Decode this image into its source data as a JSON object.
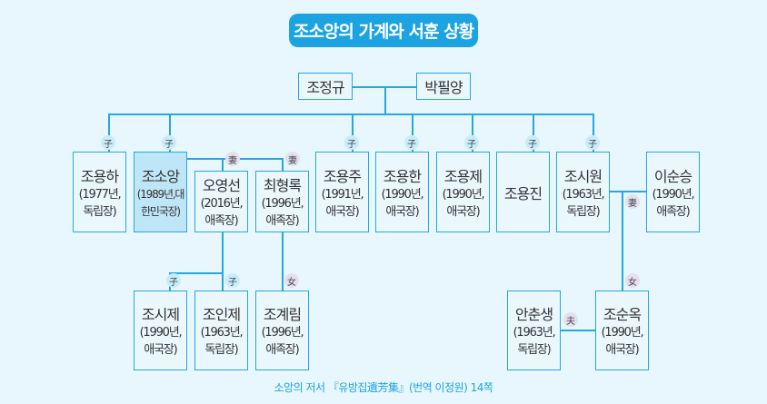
{
  "title": "조소앙의 가계와 서훈 상황",
  "source": "소앙의 저서 『유방집遺芳集』(번역 이정원) 14쪽",
  "relations": {
    "son": "子",
    "wife": "妻",
    "daughter": "女",
    "husband": "夫"
  },
  "parents": {
    "father": "조정규",
    "mother": "박필양"
  },
  "people": {
    "joyongha": {
      "name": "조용하",
      "info": "(1977년,\n독립장)"
    },
    "josoang": {
      "name": "조소앙",
      "info": "(1989년,대\n한민국장)"
    },
    "oyeongseon": {
      "name": "오영선",
      "info": "(2016년,\n애족장)"
    },
    "choehyeongrok": {
      "name": "최형록",
      "info": "(1996년,\n애족장)"
    },
    "joyongju": {
      "name": "조용주",
      "info": "(1991년,\n애국장)"
    },
    "joyonghan": {
      "name": "조용한",
      "info": "(1990년,\n애국장)"
    },
    "joyongje": {
      "name": "조용제",
      "info": "(1990년,\n애국장)"
    },
    "joyongjin": {
      "name": "조용진",
      "info": ""
    },
    "josiwon": {
      "name": "조시원",
      "info": "(1963년,\n독립장)"
    },
    "isunseung": {
      "name": "이순승",
      "info": "(1990년,\n애족장)"
    },
    "josije": {
      "name": "조시제",
      "info": "(1990년,\n애국장)"
    },
    "joinje": {
      "name": "조인제",
      "info": "(1963년,\n독립장)"
    },
    "jogyerim": {
      "name": "조계림",
      "info": "(1996년,\n애족장)"
    },
    "anchunsaeng": {
      "name": "안춘생",
      "info": "(1963년,\n독립장)"
    },
    "josunok": {
      "name": "조순옥",
      "info": "(1990년,\n애국장)"
    }
  }
}
